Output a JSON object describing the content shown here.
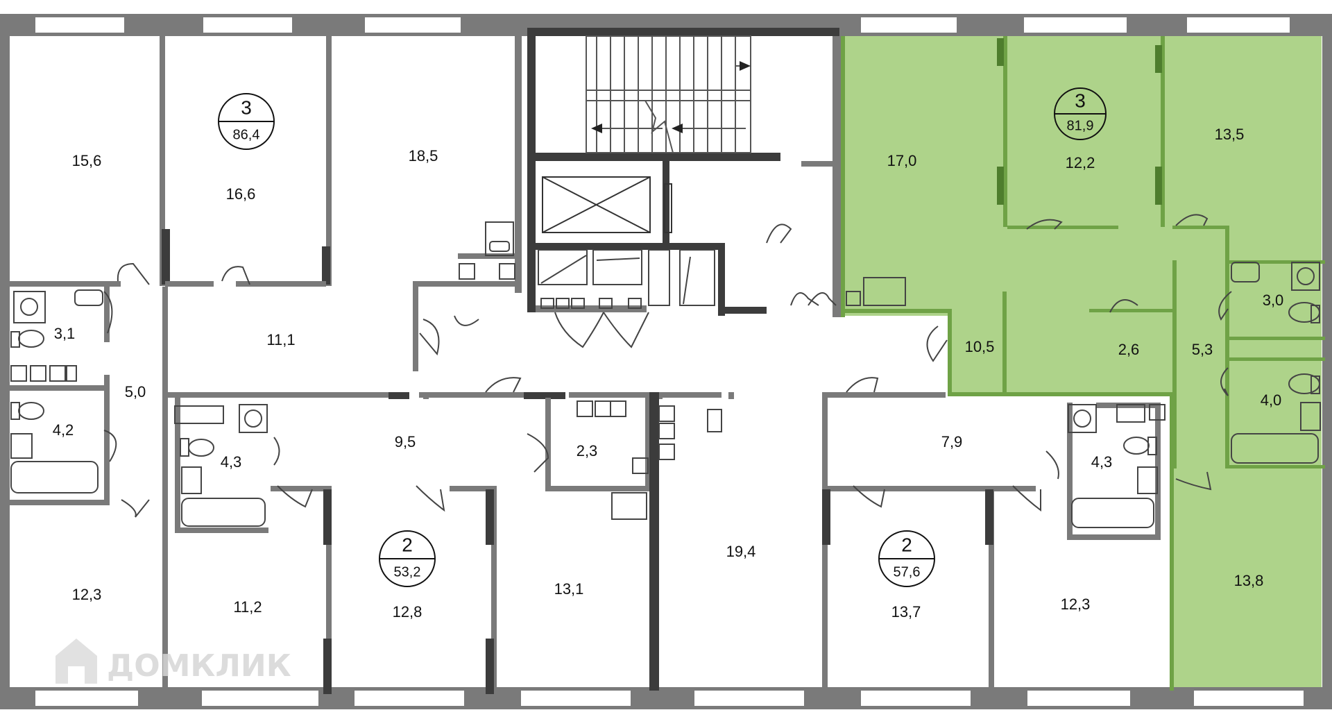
{
  "colors": {
    "highlight": "#aed38a",
    "highlight_wall": "#6fa246",
    "wall": "#7a7a7a",
    "wall_dark": "#3c3c3c",
    "background": "#ffffff"
  },
  "apartments": [
    {
      "rooms": "3",
      "area": "86,4"
    },
    {
      "rooms": "3",
      "area": "81,9",
      "highlighted": true
    },
    {
      "rooms": "2",
      "area": "53,2"
    },
    {
      "rooms": "2",
      "area": "57,6"
    }
  ],
  "room_labels": [
    "15,6",
    "16,6",
    "18,5",
    "3,1",
    "11,1",
    "5,0",
    "4,2",
    "4,3",
    "9,5",
    "2,3",
    "12,3",
    "11,2",
    "12,8",
    "13,1",
    "19,4",
    "13,7",
    "7,9",
    "4,3",
    "12,3",
    "17,0",
    "12,2",
    "13,5",
    "10,5",
    "2,6",
    "5,3",
    "3,0",
    "4,0",
    "13,8"
  ],
  "watermark": {
    "icon": "house-logo-icon",
    "text": "ДОМКЛИК"
  }
}
